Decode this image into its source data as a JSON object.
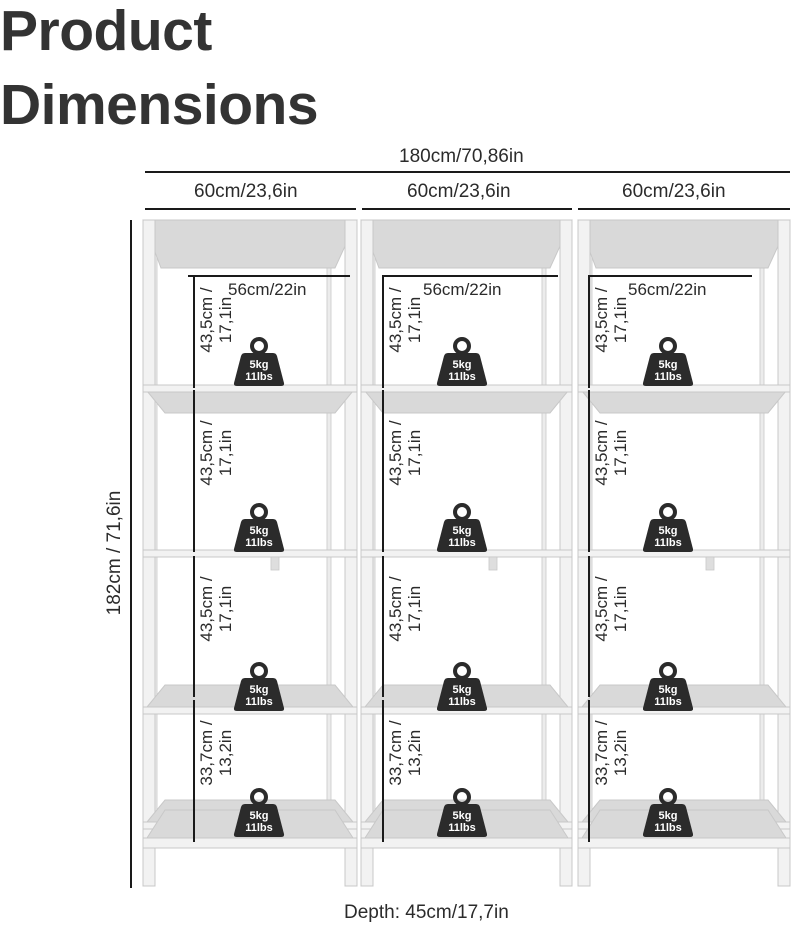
{
  "title_line1": "Product",
  "title_line2": "Dimensions",
  "total_width": "180cm/70,86in",
  "unit_widths": [
    "60cm/23,6in",
    "60cm/23,6in",
    "60cm/23,6in"
  ],
  "inner_width": "56cm/22in",
  "height_label": "182cm / 71,6in",
  "depth_label": "Depth: 45cm/17,7in",
  "compartment_height": [
    "43,5cm /",
    "17,1in"
  ],
  "bottom_height": [
    "33,7cm /",
    "13,2in"
  ],
  "load_kg": "5kg",
  "load_lbs": "11lbs",
  "colors": {
    "frame": "#f2f2f2",
    "frame_edge": "#c8c8c8",
    "shelf_top": "#d9d9d9",
    "weight": "#2b2b2b",
    "line": "#1a1a1a"
  },
  "icons": [
    "weight-icon"
  ]
}
